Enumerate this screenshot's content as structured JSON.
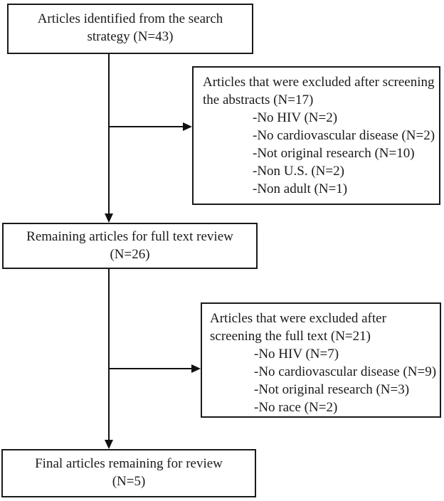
{
  "figure": {
    "type": "flow-diagram",
    "description": "Article selection flow diagram for systematic review",
    "colors": {
      "background": "#ffffff",
      "box_border": "#1a1a1a",
      "text": "#1a1a1a",
      "line": "#111111"
    }
  },
  "boxes": {
    "identified": {
      "lines": [
        "Articles identified from the search",
        "strategy (N=43)"
      ]
    },
    "excluded_abstracts": {
      "lines": [
        "Articles that were excluded after screening",
        "the abstracts (N=17)"
      ],
      "items": [
        "-No HIV (N=2)",
        "-No cardiovascular disease (N=2)",
        "-Not original research (N=10)",
        "-Non U.S. (N=2)",
        "-Non adult (N=1)"
      ]
    },
    "full_text_review": {
      "lines": [
        "Remaining articles for full text review",
        "(N=26)"
      ]
    },
    "excluded_full_text": {
      "lines": [
        "Articles that were excluded after",
        "screening the full text (N=21)"
      ],
      "items": [
        "-No HIV (N=7)",
        "-No cardiovascular disease (N=9)",
        "-Not original research (N=3)",
        "-No race (N=2)"
      ]
    },
    "final": {
      "lines": [
        "Final articles remaining for review",
        "(N=5)"
      ]
    }
  }
}
